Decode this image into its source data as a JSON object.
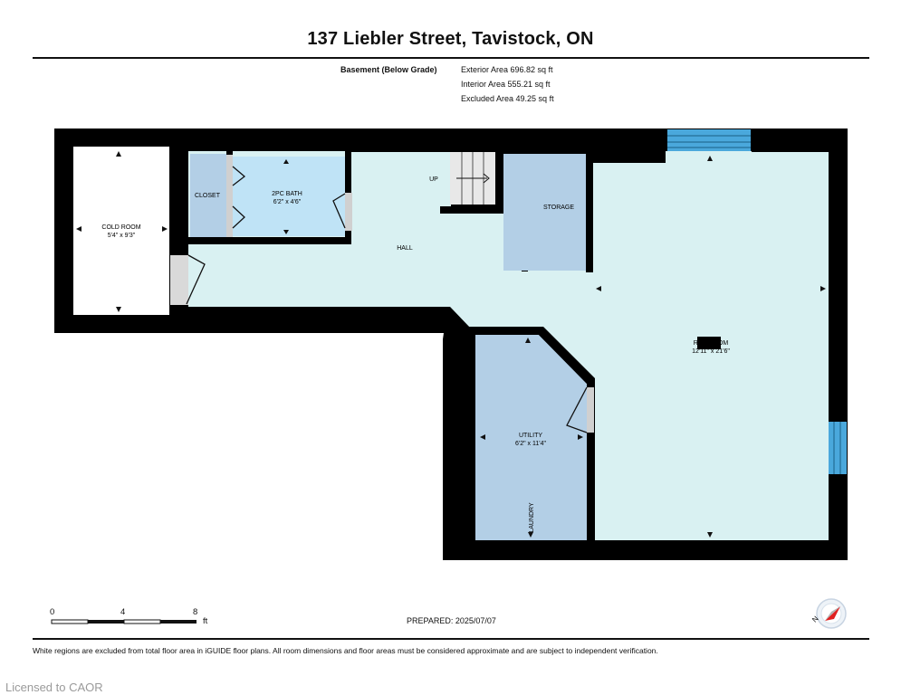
{
  "header": {
    "title": "137 Liebler Street, Tavistock, ON",
    "floor_label": "Basement (Below Grade)",
    "areas": [
      "Exterior Area 696.82 sq ft",
      "Interior Area 555.21 sq ft",
      "Excluded Area 49.25 sq ft"
    ]
  },
  "rooms": {
    "cold_room": {
      "name": "COLD ROOM",
      "dims": "5'4\" x 9'3\""
    },
    "closet": {
      "name": "CLOSET"
    },
    "bath": {
      "name": "2PC BATH",
      "dims": "6'2\" x 4'6\""
    },
    "up": {
      "name": "UP"
    },
    "storage": {
      "name": "STORAGE"
    },
    "hall": {
      "name": "HALL"
    },
    "rec_room": {
      "name": "REC ROOM",
      "dims": "12'11\" x 21'6\""
    },
    "utility": {
      "name": "UTILITY",
      "dims": "6'2\" x 11'4\""
    },
    "laundry": {
      "name": "LAUNDRY"
    }
  },
  "scale": {
    "labels": [
      "0",
      "4",
      "8"
    ],
    "unit": "ft"
  },
  "prepared": "PREPARED: 2025/07/07",
  "disclaimer": "White regions are excluded from total floor area in iGUIDE floor plans. All room dimensions and floor areas must be considered approximate and are subject to independent verification.",
  "watermark": "Licensed to CAOR",
  "compass": {
    "label": "N"
  },
  "colors": {
    "wall": "#000000",
    "hall_floor": "#d9f1f2",
    "bath_floor": "#bfe3f6",
    "storage_floor": "#b3cfe6",
    "window": "#4aa8dc"
  }
}
